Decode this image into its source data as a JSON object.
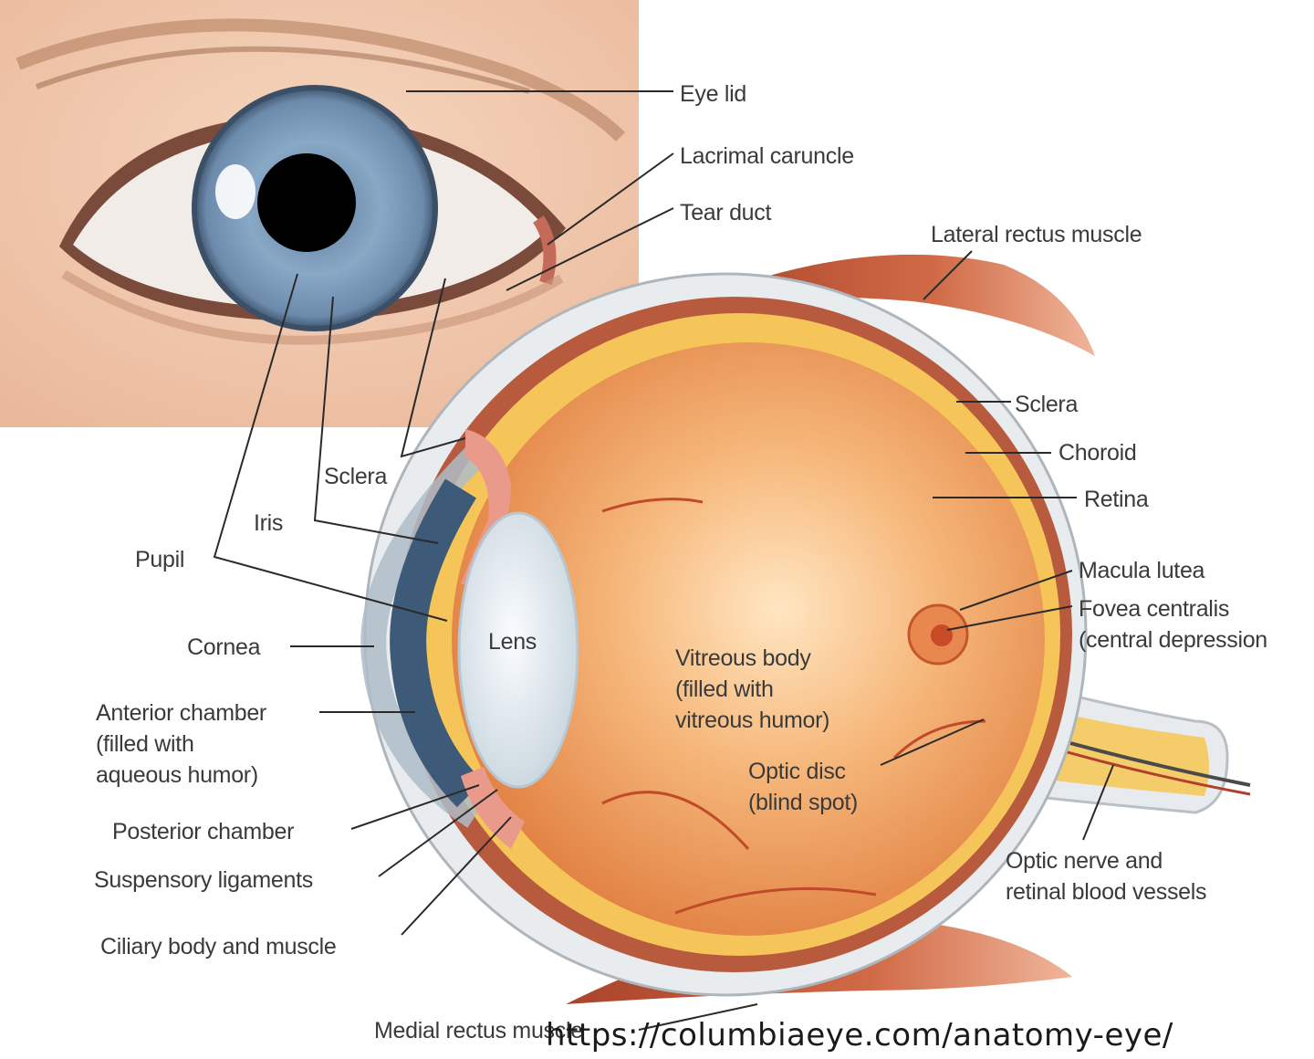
{
  "diagram": {
    "labels": {
      "eye_lid": "Eye lid",
      "lacrimal_caruncle": "Lacrimal caruncle",
      "tear_duct": "Tear duct",
      "lateral_rectus_muscle": "Lateral rectus muscle",
      "sclera_outer": "Sclera",
      "sclera_front": "Sclera",
      "choroid": "Choroid",
      "retina": "Retina",
      "iris": "Iris",
      "pupil": "Pupil",
      "macula_lutea": "Macula lutea",
      "fovea_centralis": [
        "Fovea centralis",
        "(central depression"
      ],
      "cornea": "Cornea",
      "lens": "Lens",
      "vitreous_body": [
        "Vitreous body",
        "(filled with",
        "vitreous humor)"
      ],
      "anterior_chamber": [
        "Anterior chamber",
        "(filled with",
        "aqueous humor)"
      ],
      "optic_disc": [
        "Optic disc",
        "(blind spot)"
      ],
      "posterior_chamber": "Posterior chamber",
      "suspensory_ligaments": "Suspensory ligaments",
      "optic_nerve": [
        "Optic nerve and",
        "retinal blood vessels"
      ],
      "ciliary_body": "Ciliary body and muscle",
      "medial_rectus_muscle": "Medial rectus muscle"
    },
    "source_url": "https://columbiaeye.com/anatomy-eye/"
  },
  "colors": {
    "skin": "#f4cdb3",
    "iris": "#7a9ab8",
    "pupil": "#000000",
    "vitreous": "#eea060",
    "retina": "#f6c55a",
    "muscle": "#c0583a",
    "sclera": "#e9ecee",
    "leader": "#2a2a2a"
  }
}
